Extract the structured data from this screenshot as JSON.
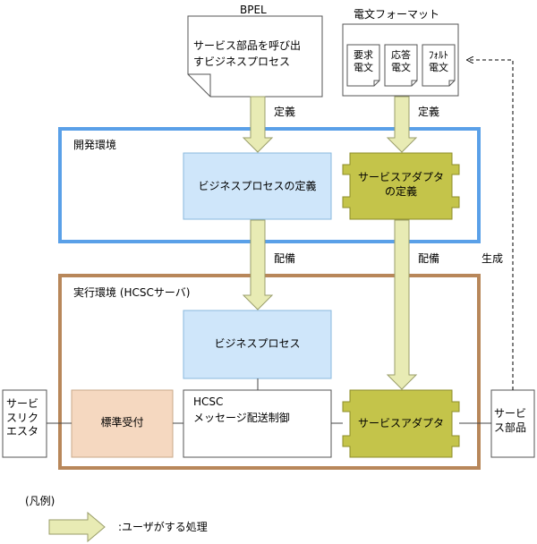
{
  "bpel": {
    "title": "BPEL",
    "line1": "サービス部品を呼び出",
    "line2": "すビジネスプロセス"
  },
  "telegram": {
    "title": "電文フォーマット",
    "docs": [
      [
        "要求",
        "電文"
      ],
      [
        "応答",
        "電文"
      ],
      [
        "ﾌｫﾙﾄ",
        "電文"
      ]
    ]
  },
  "arrows": {
    "define_left": "定義",
    "define_right": "定義",
    "deploy_left": "配備",
    "deploy_right": "配備",
    "generate": "生成"
  },
  "dev_env": {
    "label": "開発環境",
    "bp_def": "ビジネスプロセスの定義",
    "adapter_def_1": "サービスアダプタ",
    "adapter_def_2": "の定義"
  },
  "exec_env": {
    "label": "実行環境 (HCSCサーバ)",
    "business_process": "ビジネスプロセス",
    "standard_reception": "標準受付",
    "hcsc_line1": "HCSC",
    "hcsc_line2": "メッセージ配送制御",
    "service_adapter": "サービスアダプタ"
  },
  "requester": [
    "サービ",
    "スリク",
    "エスタ"
  ],
  "service_part": [
    "サービ",
    "ス部品"
  ],
  "legend": {
    "title": "(凡例)",
    "desc": ":ユーザがする処理"
  },
  "colors": {
    "dev_border": "#5aa0e8",
    "exec_border": "#b8875a",
    "bp_fill": "#cfe6fa",
    "bp_stroke": "#8ab8de",
    "adapter_fill": "#c4c44a",
    "reception_fill": "#f5d8c0",
    "arrow_fill": "#e8ebb4",
    "arrow_stroke": "#9a9e6a"
  }
}
